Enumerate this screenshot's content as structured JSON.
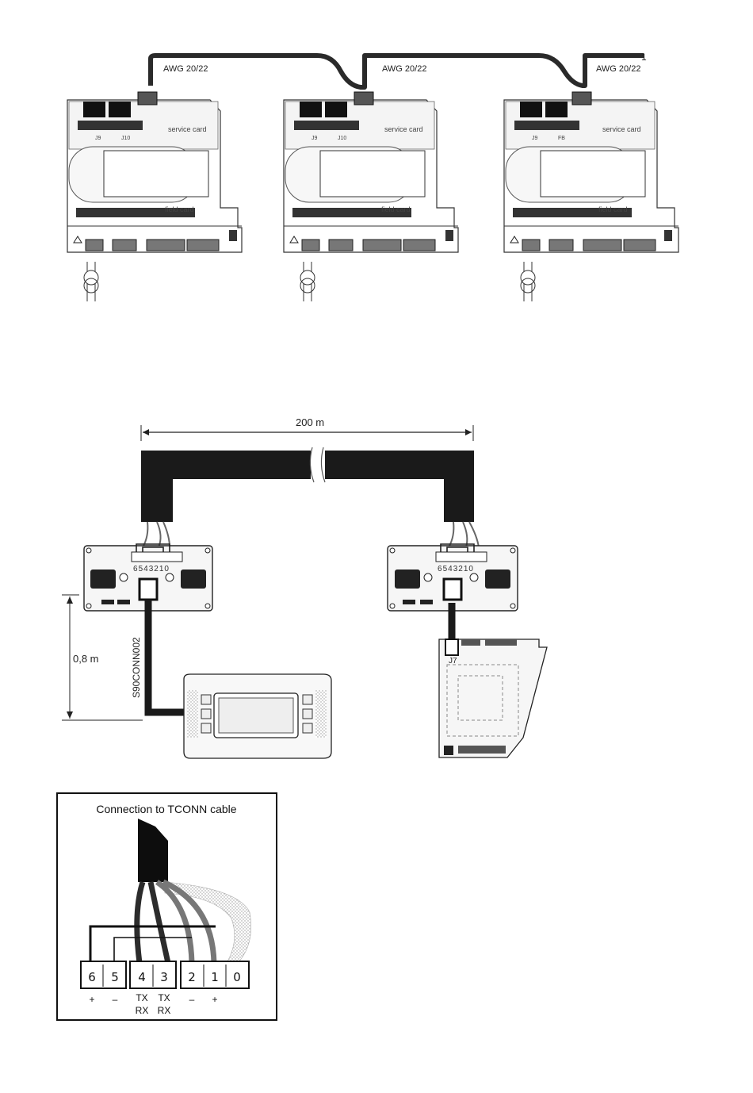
{
  "top": {
    "cable_labels": [
      "AWG 20/22",
      "AWG 20/22",
      "AWG 20/22"
    ],
    "service_card_label": "service card",
    "field_card_label": "field card",
    "port_labels": [
      [
        "J9",
        "J10"
      ],
      [
        "J9",
        "J10"
      ],
      [
        "J9",
        "FB"
      ]
    ]
  },
  "middle": {
    "distance_label": "200 m",
    "height_label": "0,8 m",
    "cable_code": "S90CONN002",
    "connector_label": "J7",
    "terminal_digits": [
      "6",
      "5",
      "4",
      "3",
      "2",
      "1",
      "0"
    ]
  },
  "inset": {
    "title": "Connection to TCONN cable",
    "terminals": [
      "6",
      "5",
      "4",
      "3",
      "2",
      "1",
      "0"
    ],
    "signs": [
      "+",
      "–",
      "TX",
      "TX",
      "–",
      "+"
    ],
    "signs_second_row": [
      "RX",
      "RX"
    ]
  }
}
